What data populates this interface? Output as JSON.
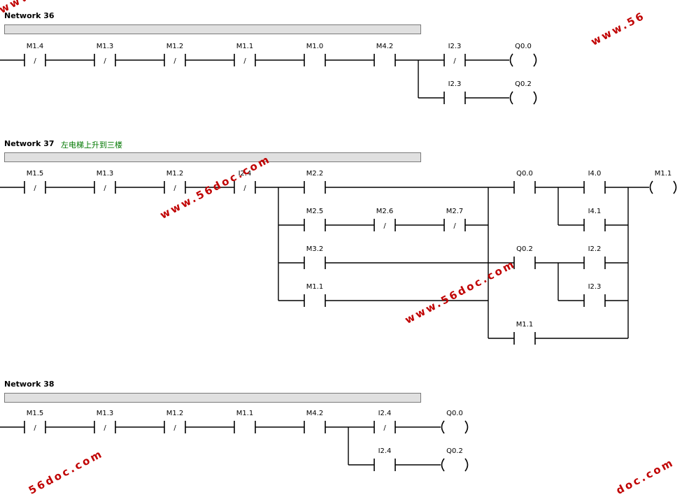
{
  "networks": [
    {
      "title": "Network 36",
      "comment": "",
      "series_contacts": [
        {
          "label": "M1.4",
          "type": "NC"
        },
        {
          "label": "M1.3",
          "type": "NC"
        },
        {
          "label": "M1.2",
          "type": "NC"
        },
        {
          "label": "M1.1",
          "type": "NC"
        },
        {
          "label": "M1.0",
          "type": "NO"
        },
        {
          "label": "M4.2",
          "type": "NO"
        }
      ],
      "branches": [
        {
          "contact": "I2.3",
          "contact_type": "NC",
          "coil": "Q0.0"
        },
        {
          "contact": "I2.3",
          "contact_type": "NO",
          "coil": "Q0.2"
        }
      ]
    },
    {
      "title": "Network 37",
      "comment": "左电梯上升到三楼",
      "series_contacts": [
        {
          "label": "M1.5",
          "type": "NC"
        },
        {
          "label": "M1.3",
          "type": "NC"
        },
        {
          "label": "M1.2",
          "type": "NC"
        },
        {
          "label": "I2.4",
          "type": "NC"
        }
      ],
      "parallel_block_1": [
        {
          "label": "M2.2",
          "type": "NO"
        },
        {
          "label": "M2.5",
          "type": "NO"
        },
        {
          "label": "M2.6",
          "type": "NC"
        },
        {
          "label": "M2.7",
          "type": "NC"
        },
        {
          "label": "M3.2",
          "type": "NO"
        },
        {
          "label": "M1.1",
          "type": "NO"
        }
      ],
      "parallel_block_2": [
        {
          "label": "Q0.0",
          "type": "NO"
        },
        {
          "label": "I4.0",
          "type": "NO"
        },
        {
          "label": "I4.1",
          "type": "NO"
        },
        {
          "label": "Q0.2",
          "type": "NO"
        },
        {
          "label": "I2.2",
          "type": "NO"
        },
        {
          "label": "I2.3",
          "type": "NO"
        },
        {
          "label": "M1.1",
          "type": "NO"
        }
      ],
      "coil": "M1.1"
    },
    {
      "title": "Network 38",
      "comment": "",
      "series_contacts": [
        {
          "label": "M1.5",
          "type": "NC"
        },
        {
          "label": "M1.3",
          "type": "NC"
        },
        {
          "label": "M1.2",
          "type": "NC"
        },
        {
          "label": "M1.1",
          "type": "NO"
        },
        {
          "label": "M4.2",
          "type": "NO"
        }
      ],
      "branches": [
        {
          "contact": "I2.4",
          "contact_type": "NC",
          "coil": "Q0.0"
        },
        {
          "contact": "I2.4",
          "contact_type": "NO",
          "coil": "Q0.2"
        }
      ]
    }
  ],
  "watermark_text": "www.56doc.com",
  "colors": {
    "wire": "#000000",
    "comment_bar": "#e0e0e0",
    "comment_text": "#007800",
    "watermark": "#c00000"
  }
}
